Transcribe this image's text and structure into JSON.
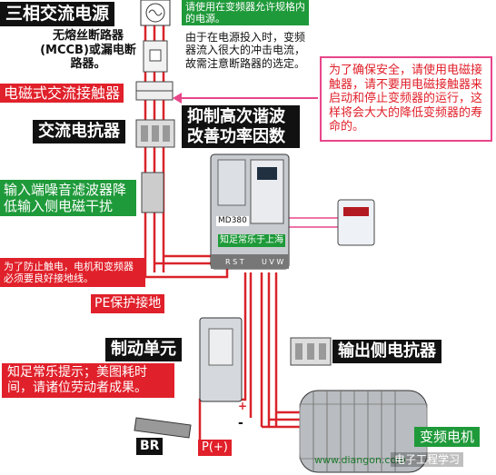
{
  "labels": {
    "power": "三相交流电源",
    "top_note": "请使用在变频器允许规格内的电源。",
    "breaker": "无熔丝断路器(MCCB)或漏电断路器。",
    "breaker_note": "由于在电源投入时，变频器流入很大的冲击电流，故需注意断路器的选定。",
    "contactor": "电磁式交流接触器",
    "contactor_note": "为了确保安全，请使用电磁接触器，请不要用电磁接触器来启动和停止变频器的运行，这样将会大大的降低变频器的寿命的。",
    "reactor_in": "交流电抗器",
    "harmonic": "抑制高次谐波改善功率因数",
    "filter": "输入端噪音滤波器降低输入侧电磁干扰",
    "inverter_model": "MD380",
    "watermark_center": "知足常乐于上海",
    "terminals_in": "R S T",
    "terminals_out": "U V W",
    "ground_note": "为了防止触电，电机和变频器必须要良好接地线。",
    "pe": "PE保护接地",
    "brake_unit": "制动单元",
    "reactor_out": "输出侧电抗器",
    "credit_note": "知足常乐提示；美图耗时间，请诸位劳动者成果。",
    "br": "BR",
    "p_plus": "P(+)",
    "plus_sign": "+",
    "minus_sign": "-",
    "motor": "变频电机",
    "site": "www.diangon.com",
    "brand": "电子工程学习"
  },
  "colors": {
    "wire_red": "#d9232a",
    "note_border": "#e8468a",
    "green_label": "#1f9a3a"
  }
}
